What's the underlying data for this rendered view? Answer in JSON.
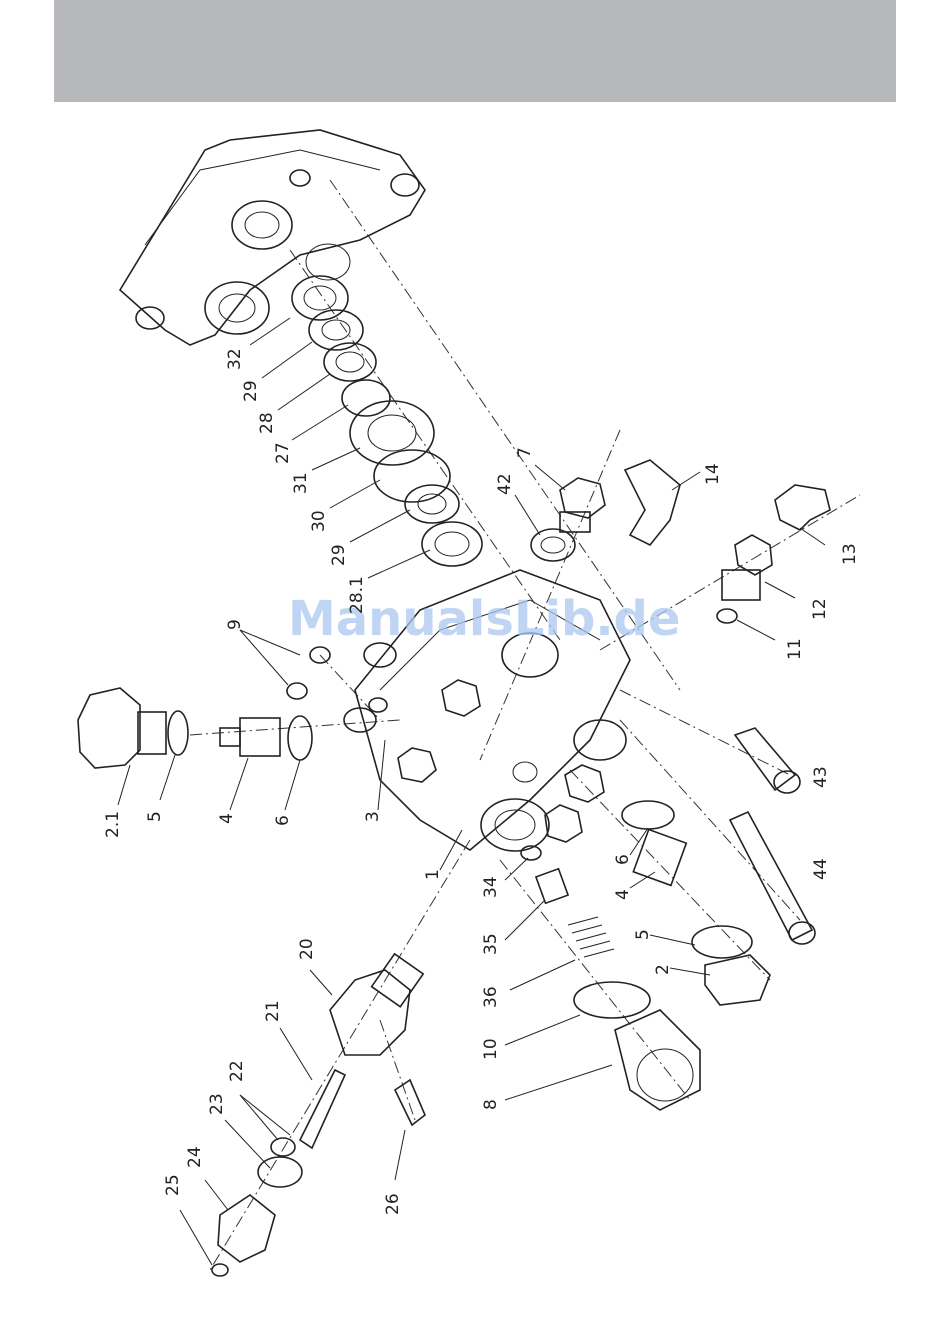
{
  "watermark": "ManualsLib.de",
  "part_labels": [
    "32",
    "29",
    "28",
    "27",
    "31",
    "30",
    "29",
    "28.1",
    "42",
    "7",
    "14",
    "13",
    "12",
    "11",
    "9",
    "2.1",
    "5",
    "4",
    "6",
    "3",
    "1",
    "43",
    "44",
    "6",
    "4",
    "5",
    "2",
    "34",
    "35",
    "36",
    "10",
    "8",
    "20",
    "21",
    "22",
    "23",
    "24",
    "25",
    "26"
  ]
}
